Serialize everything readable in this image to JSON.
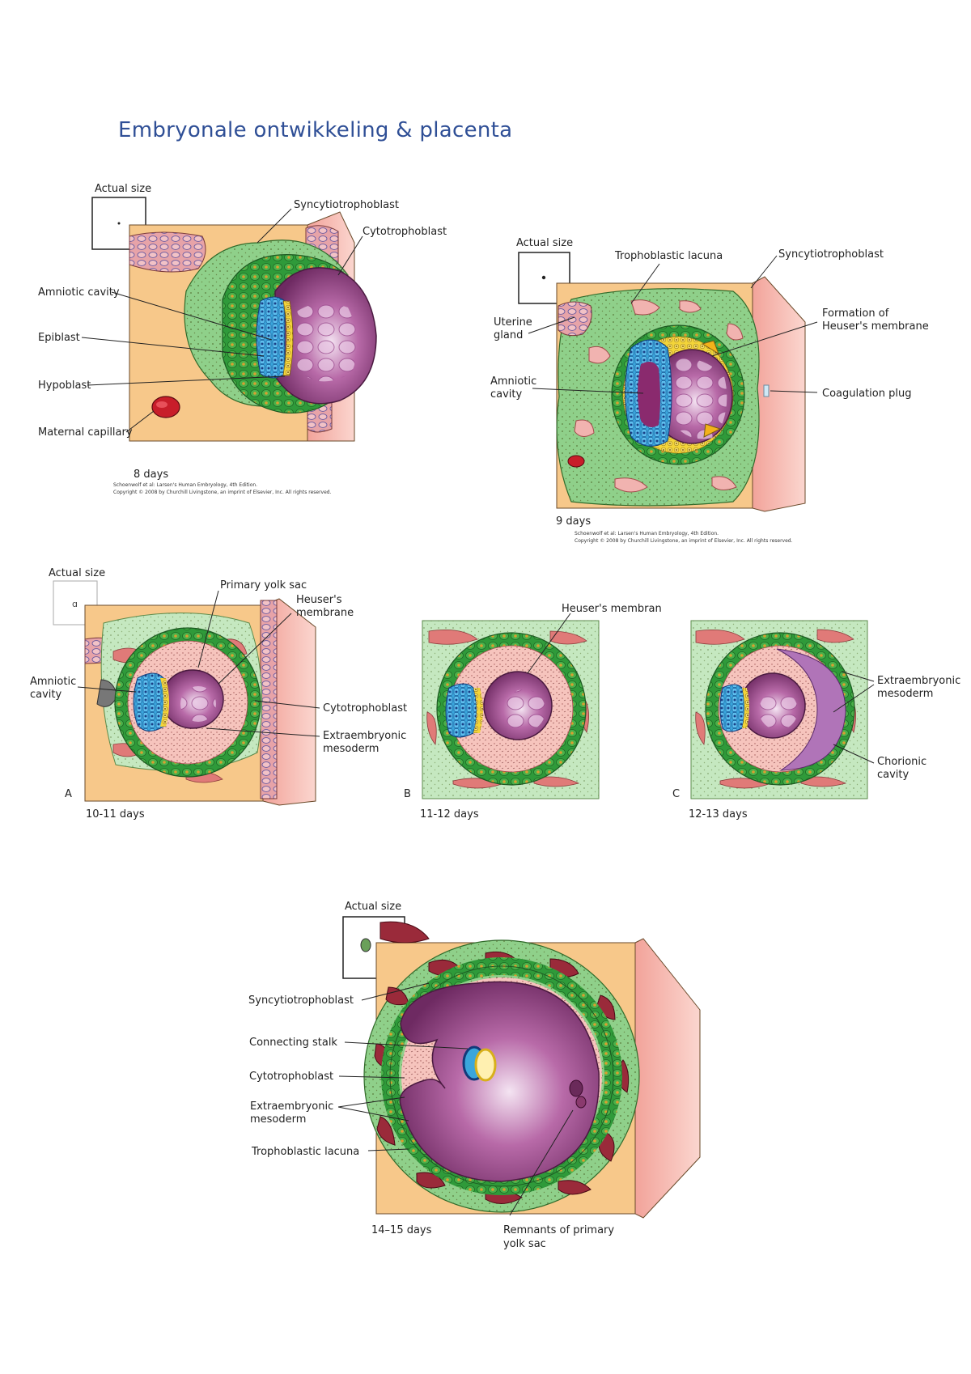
{
  "title": "Embryonale ontwikkeling & placenta",
  "colors": {
    "title": "#2f4f96",
    "endometrium": "#f7c88a",
    "syncytio": "#8fd08a",
    "cytotroph": "#2f9a3a",
    "lacuna": "#e07a78",
    "epiblast": "#3aa6dc",
    "hypoblast": "#f3d43a",
    "yolk": "#8e3a7e",
    "mesoderm": "#f6c4bd",
    "capillary": "#c81e2a"
  },
  "panels": {
    "p1": {
      "actual_size": "Actual size",
      "caption": "8 days",
      "copyright1": "Schoenwolf et al: Larsen's Human Embryology, 4th Edition.",
      "copyright2": "Copyright © 2008 by Churchill Livingstone, an imprint of Elsevier, Inc. All rights reserved.",
      "labels": {
        "syncytiotrophoblast": "Syncytiotrophoblast",
        "cytotrophoblast": "Cytotrophoblast",
        "amniotic_cavity": "Amniotic cavity",
        "epiblast": "Epiblast",
        "hypoblast": "Hypoblast",
        "maternal_capillary": "Maternal capillary"
      }
    },
    "p2": {
      "actual_size": "Actual size",
      "caption": "9 days",
      "copyright1": "Schoenwolf et al: Larsen's Human Embryology, 4th Edition.",
      "copyright2": "Copyright © 2008 by Churchill Livingstone, an imprint of Elsevier, Inc. All rights reserved.",
      "labels": {
        "trophoblastic_lacuna": "Trophoblastic lacuna",
        "syncytiotrophoblast": "Syncytiotrophoblast",
        "uterine_1": "Uterine",
        "uterine_2": "gland",
        "formation_1": "Formation of",
        "formation_2": "Heuser's membrane",
        "amniotic_1": "Amniotic",
        "amniotic_2": "cavity",
        "coagulation_plug": "Coagulation plug"
      }
    },
    "p3": {
      "actual_size": "Actual size",
      "letter_a": "A",
      "letter_b": "B",
      "letter_c": "C",
      "caption_a": "10-11 days",
      "caption_b": "11-12 days",
      "caption_c": "12-13 days",
      "labels": {
        "primary_yolk_sac": "Primary yolk sac",
        "heusers_1": "Heuser's",
        "heusers_2": "membrane",
        "amniotic_1": "Amniotic",
        "amniotic_2": "cavity",
        "cytotrophoblast": "Cytotrophoblast",
        "extra_1": "Extraembryonic",
        "extra_2": "mesoderm",
        "heusers_membran": "Heuser's membran",
        "extra_c1": "Extraembryonic",
        "extra_c2": "mesoderm",
        "chorionic_1": "Chorionic",
        "chorionic_2": "cavity"
      }
    },
    "p4": {
      "actual_size": "Actual size",
      "caption": "14–15 days",
      "labels": {
        "syncytiotrophoblast": "Syncytiotrophoblast",
        "connecting_stalk": "Connecting stalk",
        "cytotrophoblast": "Cytotrophoblast",
        "extra_1": "Extraembryonic",
        "extra_2": "mesoderm",
        "trophoblastic_lacuna": "Trophoblastic lacuna",
        "remnants_1": "Remnants of primary",
        "remnants_2": "yolk sac"
      }
    }
  }
}
